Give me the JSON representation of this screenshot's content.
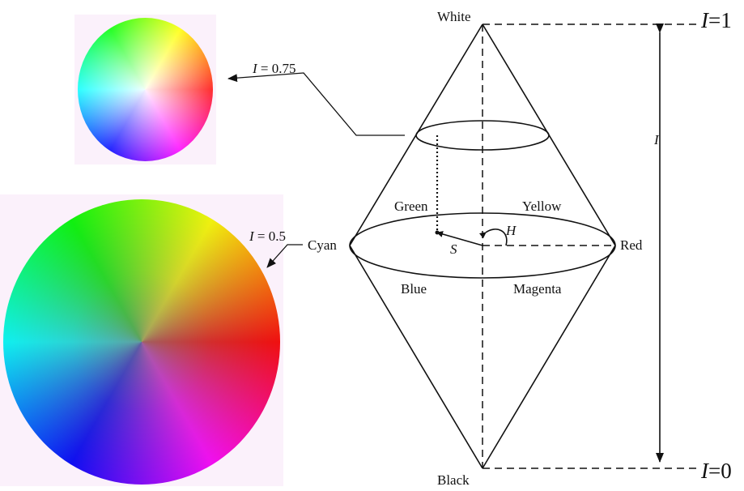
{
  "diagram": {
    "vertices": {
      "top": "White",
      "bottom": "Black",
      "left": "Cyan",
      "right": "Red"
    },
    "colors_on_equator": {
      "upper_left": "Green",
      "upper_right": "Yellow",
      "lower_left": "Blue",
      "lower_right": "Magenta"
    },
    "symbols": {
      "hue": "H",
      "saturation": "S",
      "intensity_axis": "I"
    },
    "intensity_levels": {
      "top_var": "I",
      "top_value": "=1",
      "bottom_var": "I",
      "bottom_value": "=0"
    },
    "wheel_labels": {
      "upper_var": "I",
      "upper_value": " = 0.75",
      "lower_var": "I",
      "lower_value": " = 0.5"
    },
    "wheel_colors": [
      "#ff0000",
      "#ff00ff",
      "#0000ff",
      "#00ffff",
      "#00ff00",
      "#ffff00"
    ]
  }
}
